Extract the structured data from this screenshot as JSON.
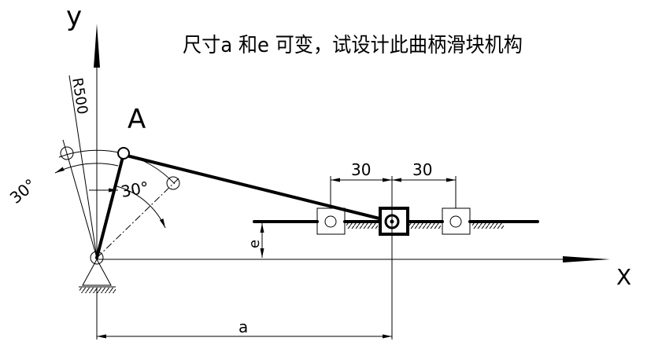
{
  "title": "尺寸a 和e 可变，试设计此曲柄滑块机构",
  "axes": {
    "y_label": "y",
    "x_label": "X"
  },
  "points": {
    "crank_pin": "A"
  },
  "dimensions": {
    "radius": "R500",
    "angle_left": "30°",
    "angle_right": "30°",
    "offset_left": "30",
    "offset_right": "30",
    "eccentricity": "e",
    "distance": "a"
  }
}
